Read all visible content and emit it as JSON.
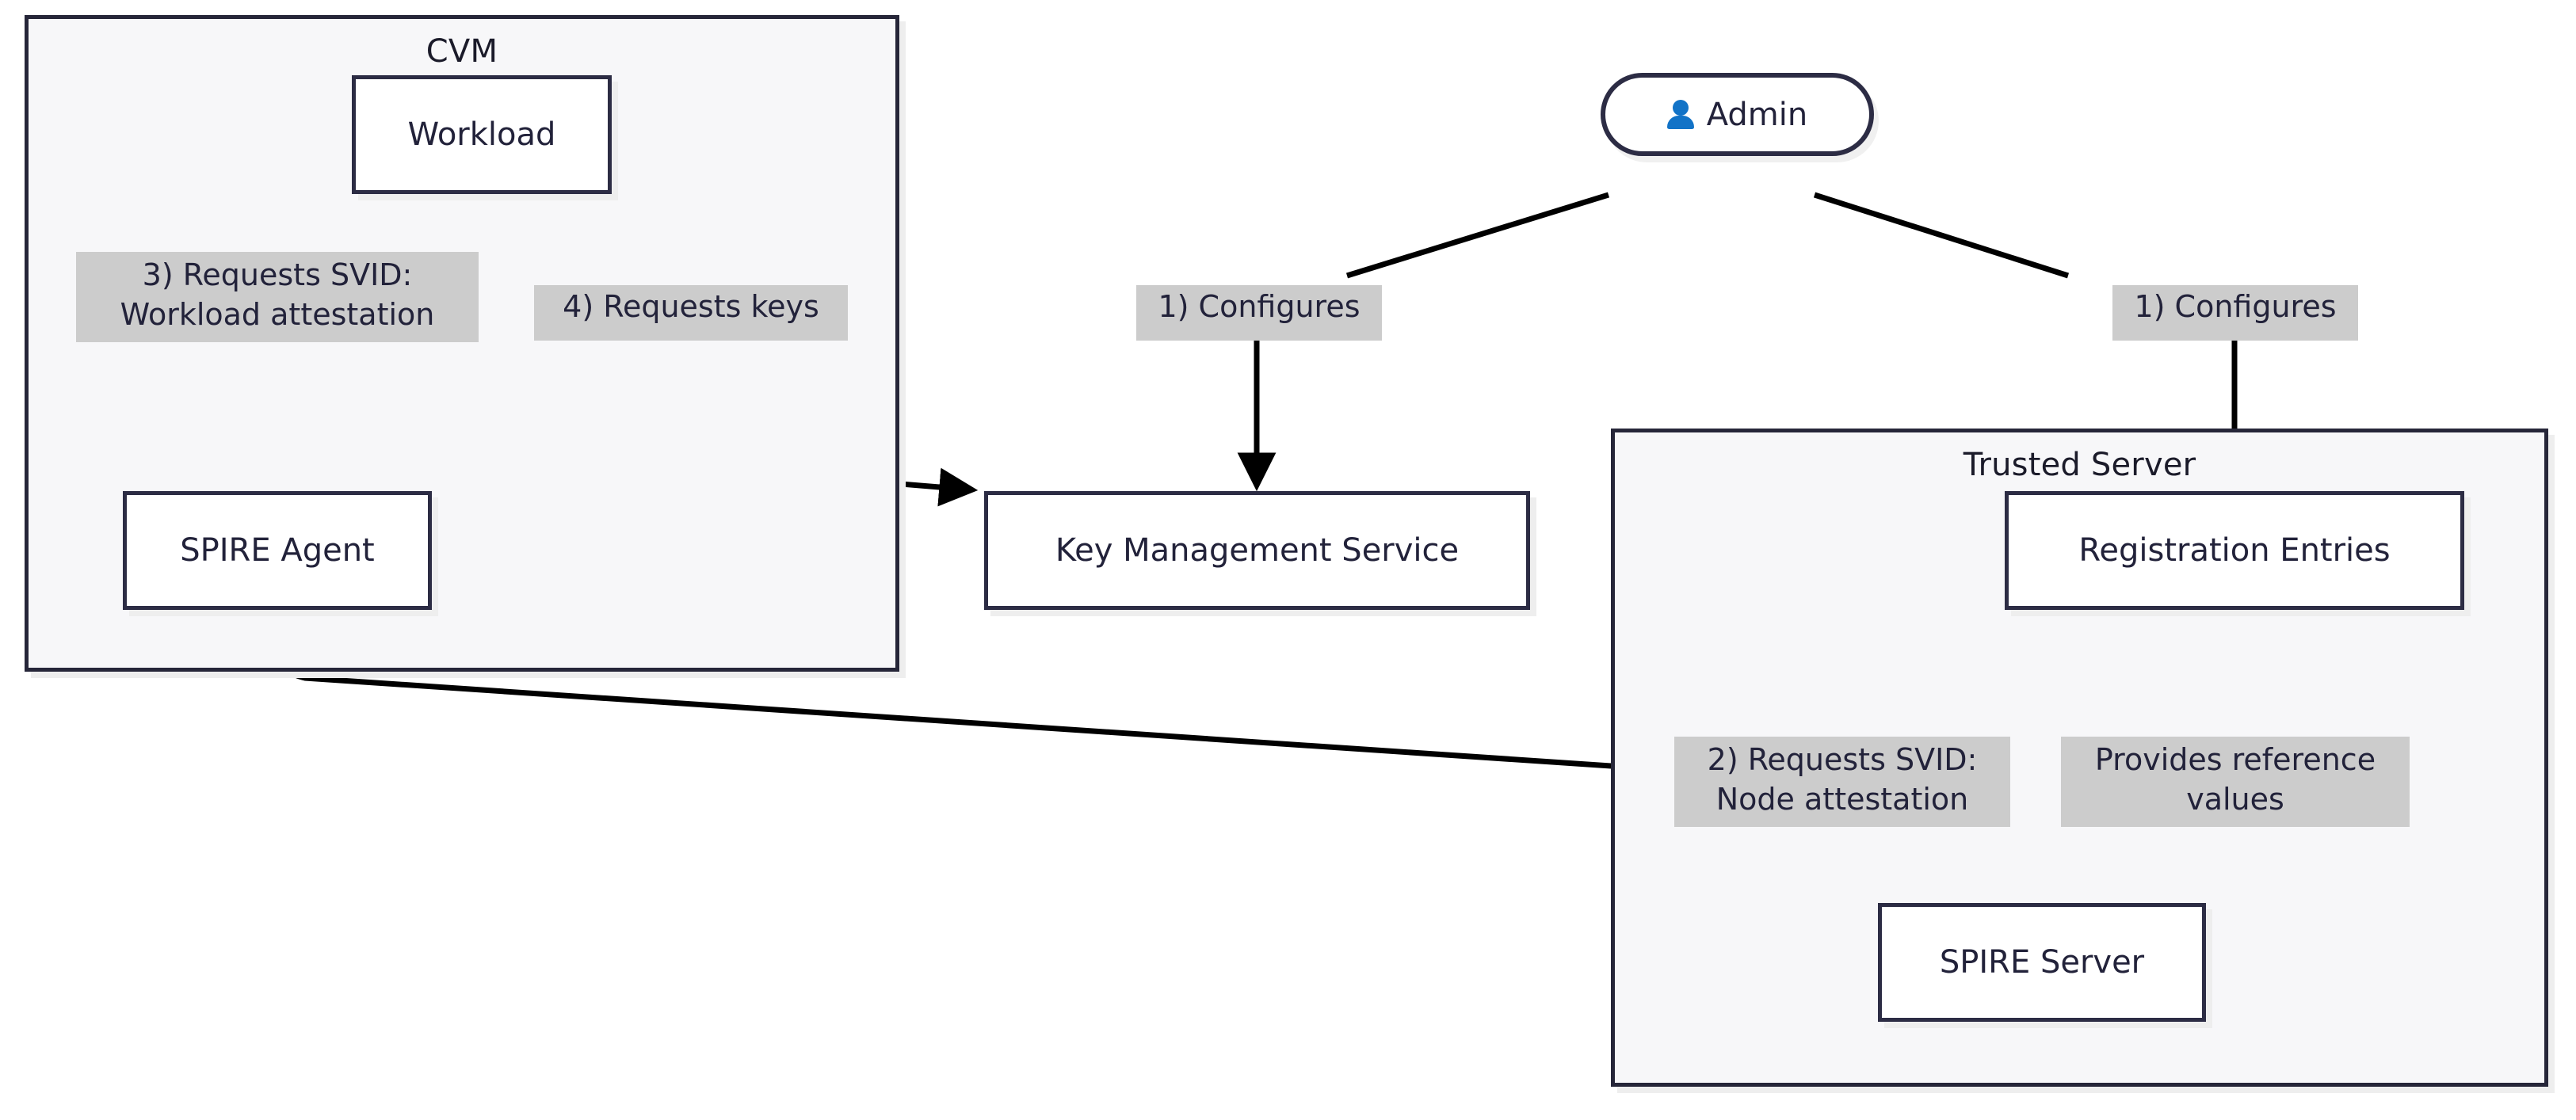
{
  "diagram": {
    "type": "flowchart",
    "clusters": [
      {
        "id": "cvm",
        "title": "CVM"
      },
      {
        "id": "trusted_server",
        "title": "Trusted Server"
      }
    ],
    "nodes": [
      {
        "id": "workload",
        "label": "Workload",
        "shape": "rect",
        "cluster": "cvm"
      },
      {
        "id": "agent",
        "label": "SPIRE Agent",
        "shape": "rect",
        "cluster": "cvm"
      },
      {
        "id": "kms",
        "label": "Key Management Service",
        "shape": "rect",
        "cluster": null
      },
      {
        "id": "admin",
        "label": "Admin",
        "shape": "stadium",
        "cluster": null,
        "icon": "person-icon"
      },
      {
        "id": "entries",
        "label": "Registration Entries",
        "shape": "rect",
        "cluster": "trusted_server"
      },
      {
        "id": "server",
        "label": "SPIRE Server",
        "shape": "rect",
        "cluster": "trusted_server"
      }
    ],
    "edges": [
      {
        "id": "e_admin_kms",
        "from": "admin",
        "to": "kms",
        "label": "1) Configures"
      },
      {
        "id": "e_admin_entries",
        "from": "admin",
        "to": "entries",
        "label": "1) Configures"
      },
      {
        "id": "e_agent_server",
        "from": "agent",
        "to": "server",
        "label": "2) Requests SVID:\nNode attestation"
      },
      {
        "id": "e_workload_agent",
        "from": "workload",
        "to": "agent",
        "label": "3) Requests SVID:\nWorkload attestation"
      },
      {
        "id": "e_workload_kms",
        "from": "workload",
        "to": "kms",
        "label": "4) Requests keys"
      },
      {
        "id": "e_entries_server",
        "from": "entries",
        "to": "server",
        "label": "Provides reference\nvalues"
      }
    ],
    "colors": {
      "node_border": "#2c2c44",
      "node_fill": "#ffffff",
      "cluster_fill": "#f7f7f9",
      "cluster_border": "#262639",
      "edge_stroke": "#000000",
      "label_fill": "#cccccc",
      "text": "#22223a",
      "actor_icon": "#1273c7",
      "page_background": "#ffffff"
    }
  }
}
